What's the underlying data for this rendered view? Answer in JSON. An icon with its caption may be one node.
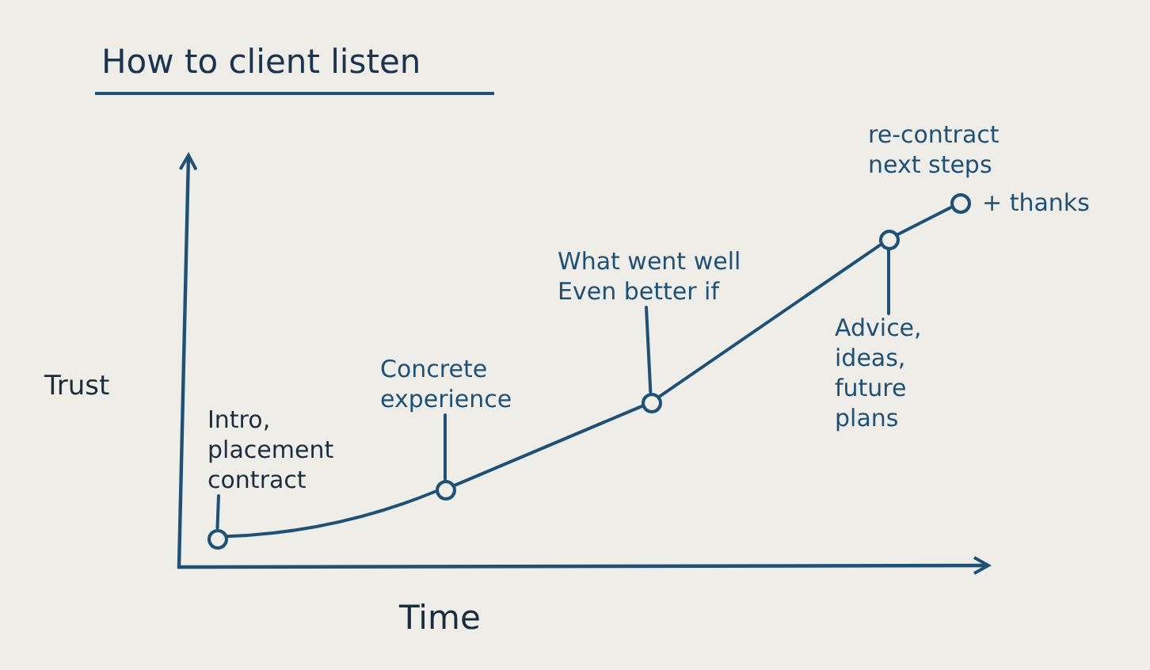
{
  "diagram": {
    "title": "How to client listen",
    "nodes": [
      {
        "text": [
          "Intro, placement contract"
        ]
      },
      {
        "text": [],
        "shape": "circle"
      },
      {
        "text": [
          "Concrete experience"
        ]
      },
      {
        "text": [],
        "shape": "circle"
      },
      {
        "text": [
          "What went well",
          "Even better if"
        ]
      },
      {
        "text": [],
        "shape": "circle"
      },
      {
        "text": [],
        "shape": "circle"
      },
      {
        "text": [
          "Advice, ideas, future plans"
        ]
      },
      {
        "text": [],
        "shape": "circle",
        "beside": [
          "re-contract next steps",
          "+ thanks"
        ]
      }
    ],
    "edges": [
      {
        "from": 0,
        "to": 1,
        "arrow": "none"
      },
      {
        "from": 1,
        "to": 3,
        "arrow": "none"
      },
      {
        "from": 2,
        "to": 3,
        "arrow": "none"
      },
      {
        "from": 3,
        "to": 5,
        "arrow": "none"
      },
      {
        "from": 4,
        "to": 5,
        "arrow": "none"
      },
      {
        "from": 5,
        "to": 6,
        "arrow": "none"
      },
      {
        "from": 7,
        "to": 6,
        "arrow": "none"
      },
      {
        "from": 6,
        "to": 8,
        "arrow": "none"
      }
    ],
    "labels": [
      "Trust",
      "Time"
    ]
  }
}
